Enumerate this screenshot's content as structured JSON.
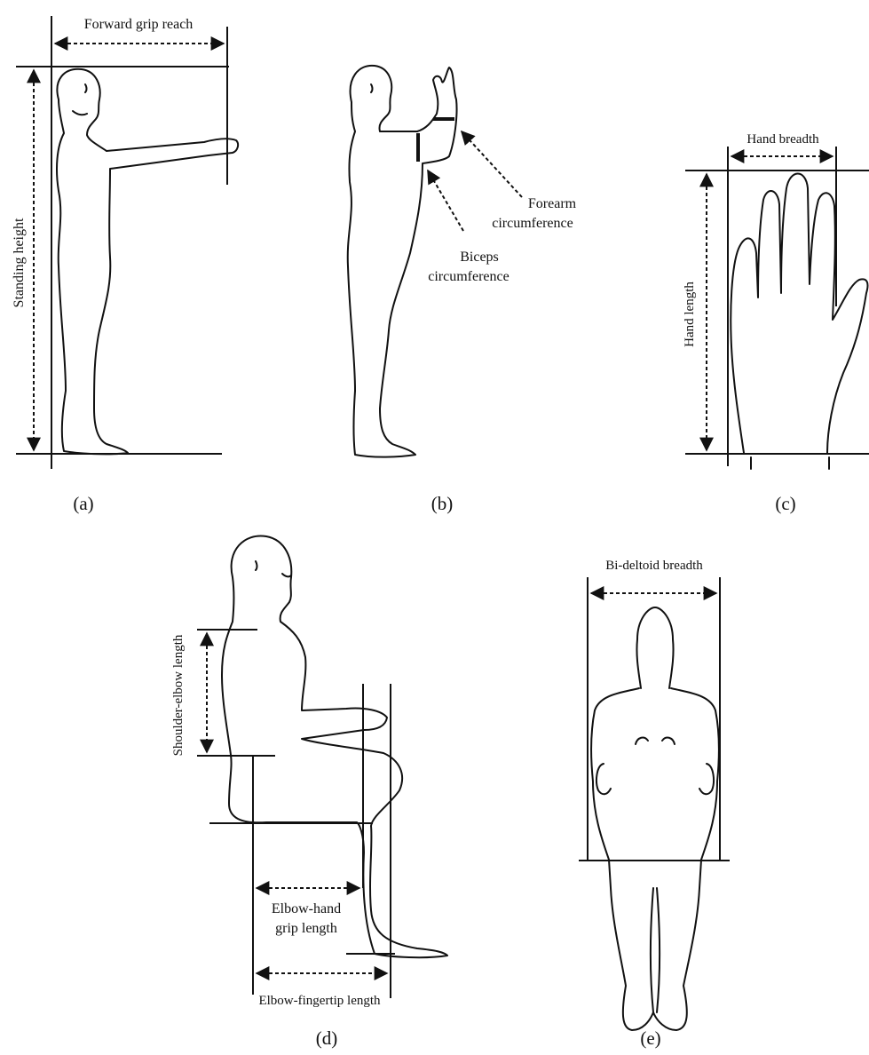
{
  "panels": {
    "a": {
      "caption": "(a)",
      "labels": {
        "forward_grip_reach": "Forward grip reach",
        "standing_height": "Standing height"
      }
    },
    "b": {
      "caption": "(b)",
      "labels": {
        "forearm_line1": "Forearm",
        "forearm_line2": "circumference",
        "biceps_line1": "Biceps",
        "biceps_line2": "circumference"
      }
    },
    "c": {
      "caption": "(c)",
      "labels": {
        "hand_breadth": "Hand breadth",
        "hand_length": "Hand length"
      }
    },
    "d": {
      "caption": "(d)",
      "labels": {
        "shoulder_elbow_length": "Shoulder-elbow length",
        "elbow_hand_line1": "Elbow-hand",
        "elbow_hand_line2": "grip length",
        "elbow_fingertip_length": "Elbow-fingertip length"
      }
    },
    "e": {
      "caption": "(e)",
      "labels": {
        "bi_deltoid_breadth": "Bi-deltoid breadth"
      }
    }
  }
}
